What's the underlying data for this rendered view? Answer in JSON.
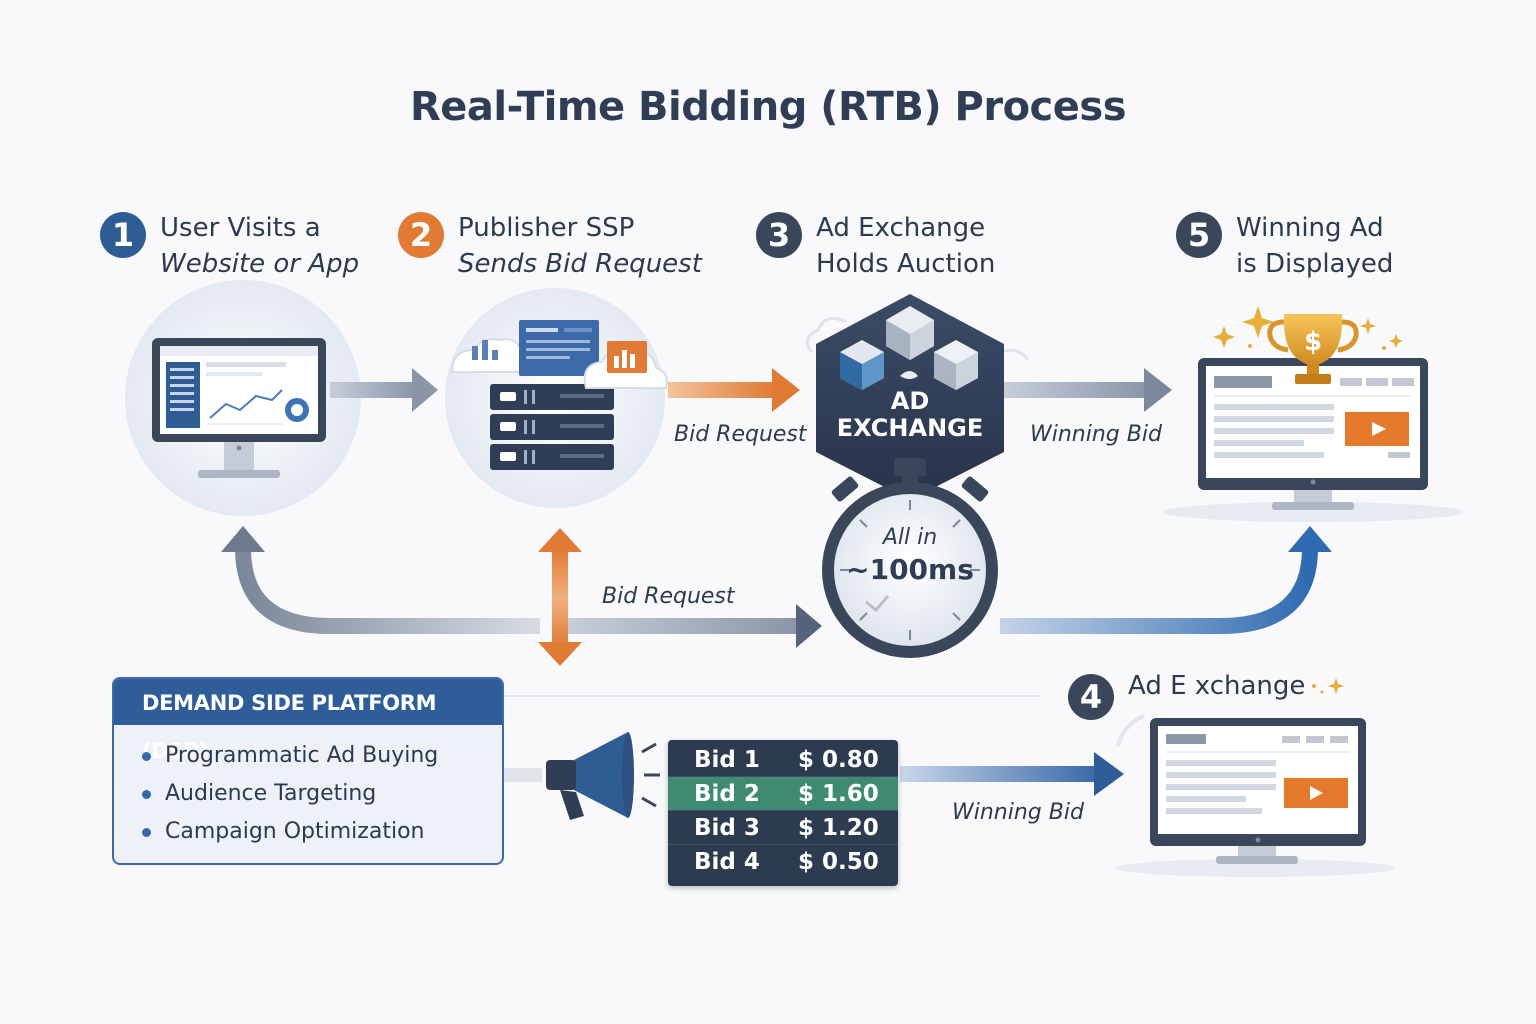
{
  "title": "Real-Time Bidding (RTB) Process",
  "steps": [
    {
      "number": "1",
      "line1": "User Visits a",
      "line2": "Website or App"
    },
    {
      "number": "2",
      "line1": "Publisher SSP",
      "line2": "Sends Bid Request"
    },
    {
      "number": "3",
      "line1": "Ad Exchange",
      "line2": "Holds Auction"
    },
    {
      "number": "5",
      "line1": "Winning Ad",
      "line2": "is Displayed"
    },
    {
      "number": "4",
      "line1": "Ad E xchange"
    }
  ],
  "ad_exchange": {
    "line1": "AD",
    "line2": "EXCHANGE"
  },
  "timer": {
    "line1": "All in",
    "line2": "~100ms"
  },
  "arrow_labels": {
    "bid_request_top": "Bid Request",
    "winning_bid_top": "Winning Bid",
    "bid_request_middle": "Bid Request",
    "winning_bid_bottom": "Winning Bid"
  },
  "dsp": {
    "title": "DEMAND SIDE PLATFORM (DSP)",
    "items": [
      "Programmatic Ad Buying",
      "Audience Targeting",
      "Campaign Optimization"
    ]
  },
  "bids": [
    {
      "name": "Bid 1",
      "value": "$ 0.80"
    },
    {
      "name": "Bid 2",
      "value": "$ 1.60",
      "winning": true
    },
    {
      "name": "Bid 3",
      "value": "$ 1.20"
    },
    {
      "name": "Bid 4",
      "value": "$ 0.50"
    }
  ],
  "icons": {
    "monitor": "monitor-icon",
    "server": "server-stack-icon",
    "cube": "cube-icon",
    "stopwatch": "stopwatch-icon",
    "trophy": "trophy-icon",
    "megaphone": "megaphone-icon",
    "play": "play-icon",
    "sparkle": "sparkle-icon"
  },
  "colors": {
    "navy": "#2f3d55",
    "blue": "#2e5d96",
    "orange": "#e07a34",
    "green": "#3e8a73",
    "gold": "#e0a22e"
  }
}
